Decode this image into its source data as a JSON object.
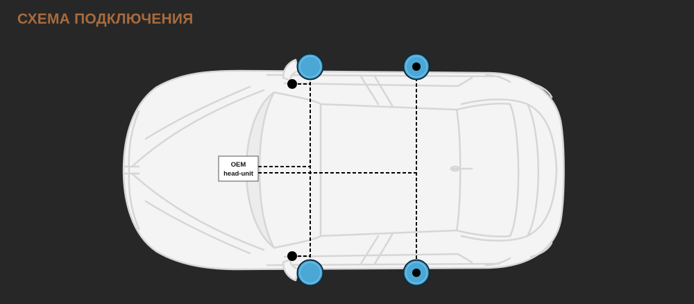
{
  "header": {
    "title": "СХЕМА ПОДКЛЮЧЕНИЯ"
  },
  "head_unit": {
    "line1": "OEM",
    "line2": "head-unit"
  },
  "colors": {
    "background": "#272727",
    "title": "#a86b3e",
    "car_fill": "#f4f4f4",
    "car_outline": "#d6d6d6",
    "speaker_blue": "#4aa7d6",
    "wiring": "#000000"
  },
  "components": {
    "front_speakers": "speaker-icon",
    "rear_speakers": "speaker-icon",
    "tweeters": "tweeter-icon",
    "head_unit": "head-unit-icon"
  }
}
